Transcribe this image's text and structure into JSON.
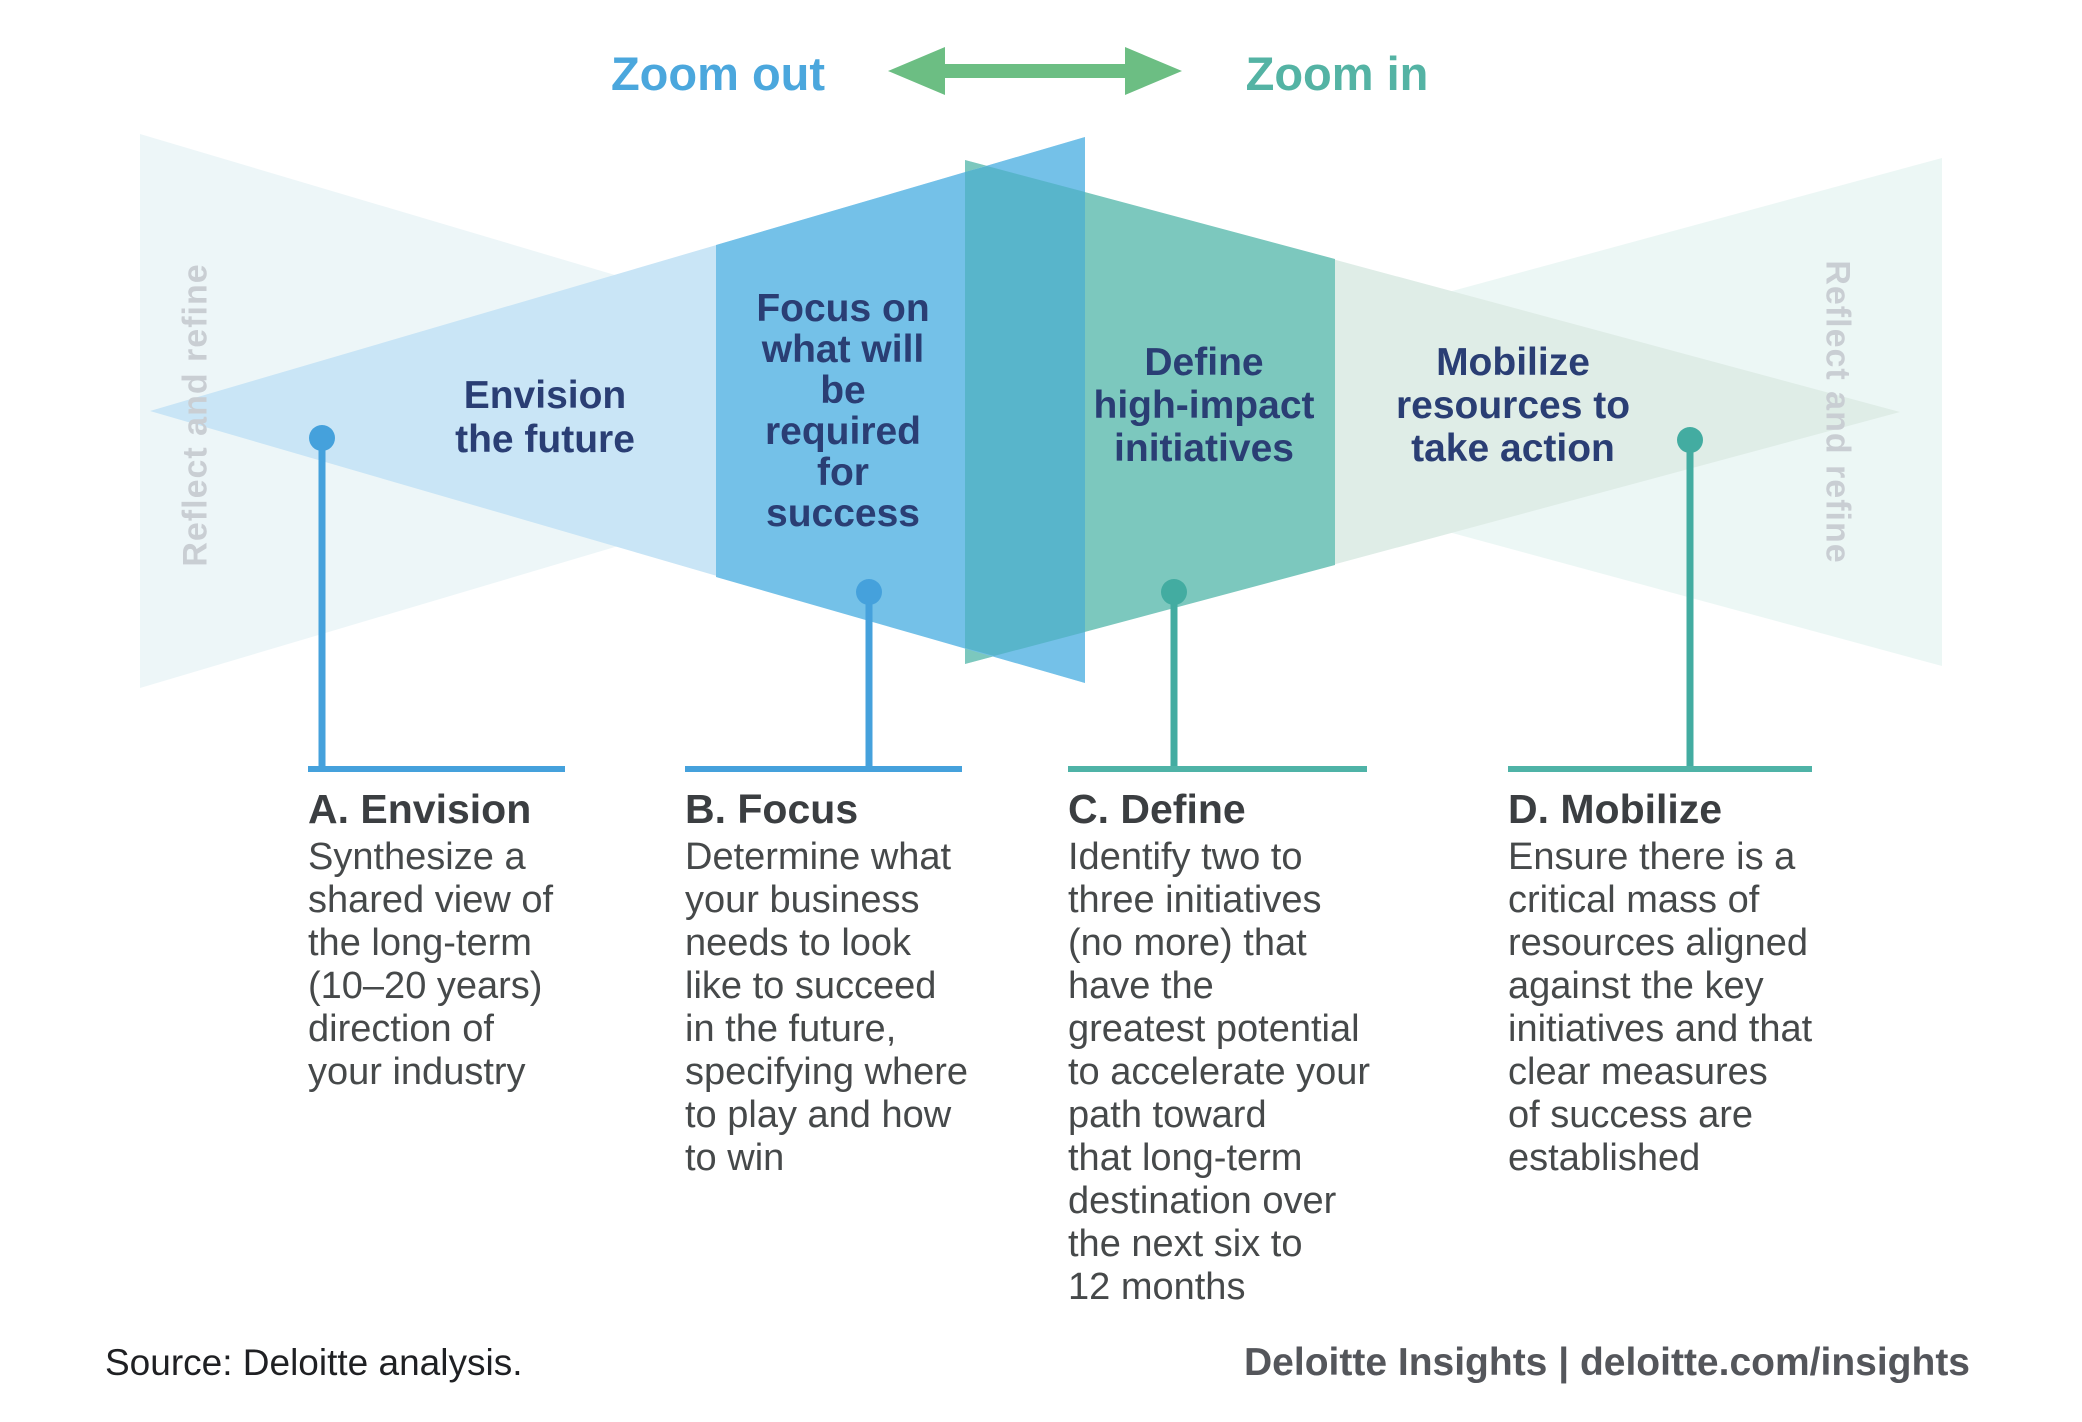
{
  "header": {
    "zoom_out": "Zoom out",
    "zoom_in": "Zoom in",
    "zoom_out_color": "#4BA7DD",
    "zoom_in_color": "#54B3A4",
    "arrow_color": "#6CBE83"
  },
  "reflect_refine": {
    "left": "Reflect and refine",
    "right": "Reflect and refine",
    "color": "#C9CED3"
  },
  "diagram": {
    "colors": {
      "blue_pale": "#C9E5F6",
      "blue_band": "#74C1E8",
      "teal_pale": "#DFEDE7",
      "teal_band": "#7CC8BE",
      "overlap_band": "#58B5CB",
      "echo_left": "rgba(110,178,196,0.12)",
      "echo_right": "rgba(111,194,180,0.13)",
      "marker_blue": "#45A1DC",
      "marker_teal": "#43ACA1",
      "label_navy": "#2A3E74"
    },
    "labels": {
      "envision": "Envision\nthe future",
      "focus": "Focus on\nwhat will\nbe\nrequired\nfor\nsuccess",
      "define": "Define\nhigh-impact\ninitiatives",
      "mobilize": "Mobilize\nresources to\ntake action"
    }
  },
  "sections": [
    {
      "heading": "A. Envision",
      "body": "Synthesize a\nshared view of\nthe long-term\n(10–20 years)\ndirection of\nyour industry",
      "accent": "#45A1DC"
    },
    {
      "heading": "B. Focus",
      "body": "Determine what\nyour business\nneeds to look\nlike to succeed\nin the future,\nspecifying where\nto play and how\nto win",
      "accent": "#45A1DC"
    },
    {
      "heading": "C. Define",
      "body": "Identify two to\nthree initiatives\n(no more) that\nhave the\ngreatest potential\nto accelerate your\npath toward\nthat long-term\ndestination over\nthe next six to\n12 months",
      "accent": "#4FB3A7"
    },
    {
      "heading": "D. Mobilize",
      "body": "Ensure there is a\ncritical mass of\nresources aligned\nagainst the key\ninitiatives and that\nclear measures\nof success are\nestablished",
      "accent": "#4FB3A7"
    }
  ],
  "footer": {
    "source": "Source: Deloitte analysis.",
    "brand": "Deloitte Insights | deloitte.com/insights"
  }
}
